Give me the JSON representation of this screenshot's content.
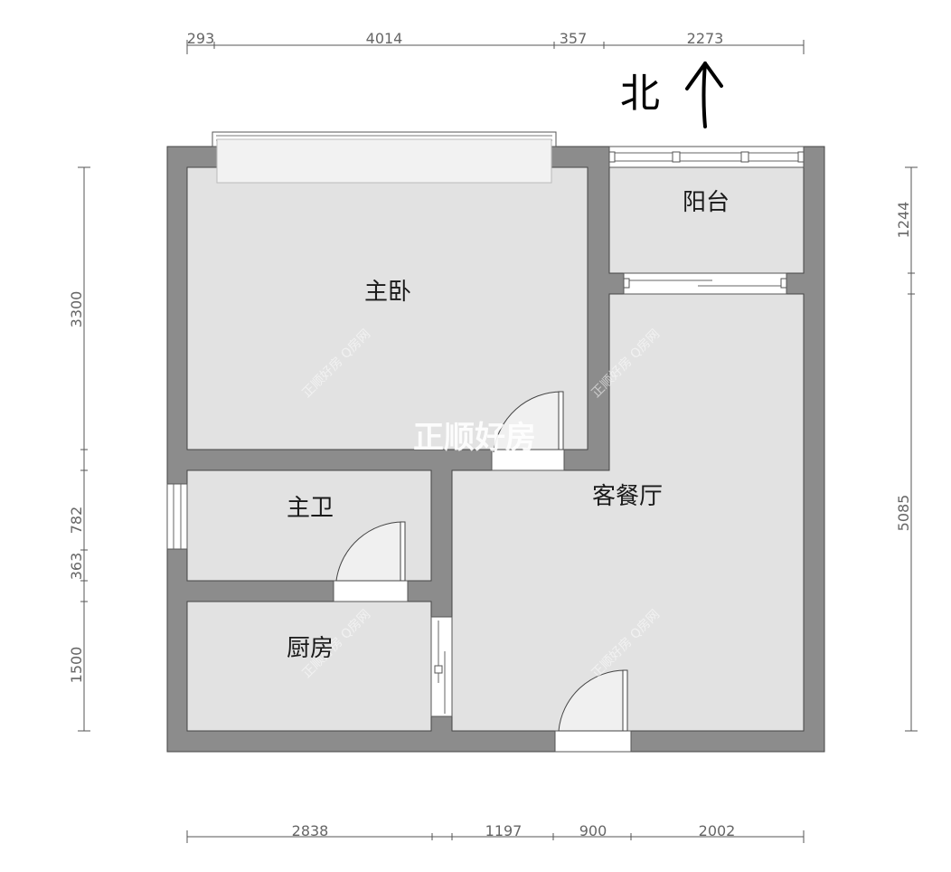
{
  "north": {
    "label": "北"
  },
  "rooms": {
    "master_bedroom": "主卧",
    "balcony": "阳台",
    "master_bath": "主卫",
    "living_dining": "客餐厅",
    "kitchen": "厨房"
  },
  "dimensions": {
    "top": [
      "293",
      "4014",
      "357",
      "2273"
    ],
    "bottom": [
      "2838",
      "1197",
      "900",
      "2002"
    ],
    "left": [
      "3300",
      "782",
      "363",
      "1500"
    ],
    "right": [
      "1244",
      "5085"
    ]
  },
  "watermark": {
    "main": "正顺好房",
    "small": "正顺好房 Q房网"
  },
  "colors": {
    "wall": "#8c8c8c",
    "floor": "#e2e2e2",
    "line": "#444444"
  }
}
